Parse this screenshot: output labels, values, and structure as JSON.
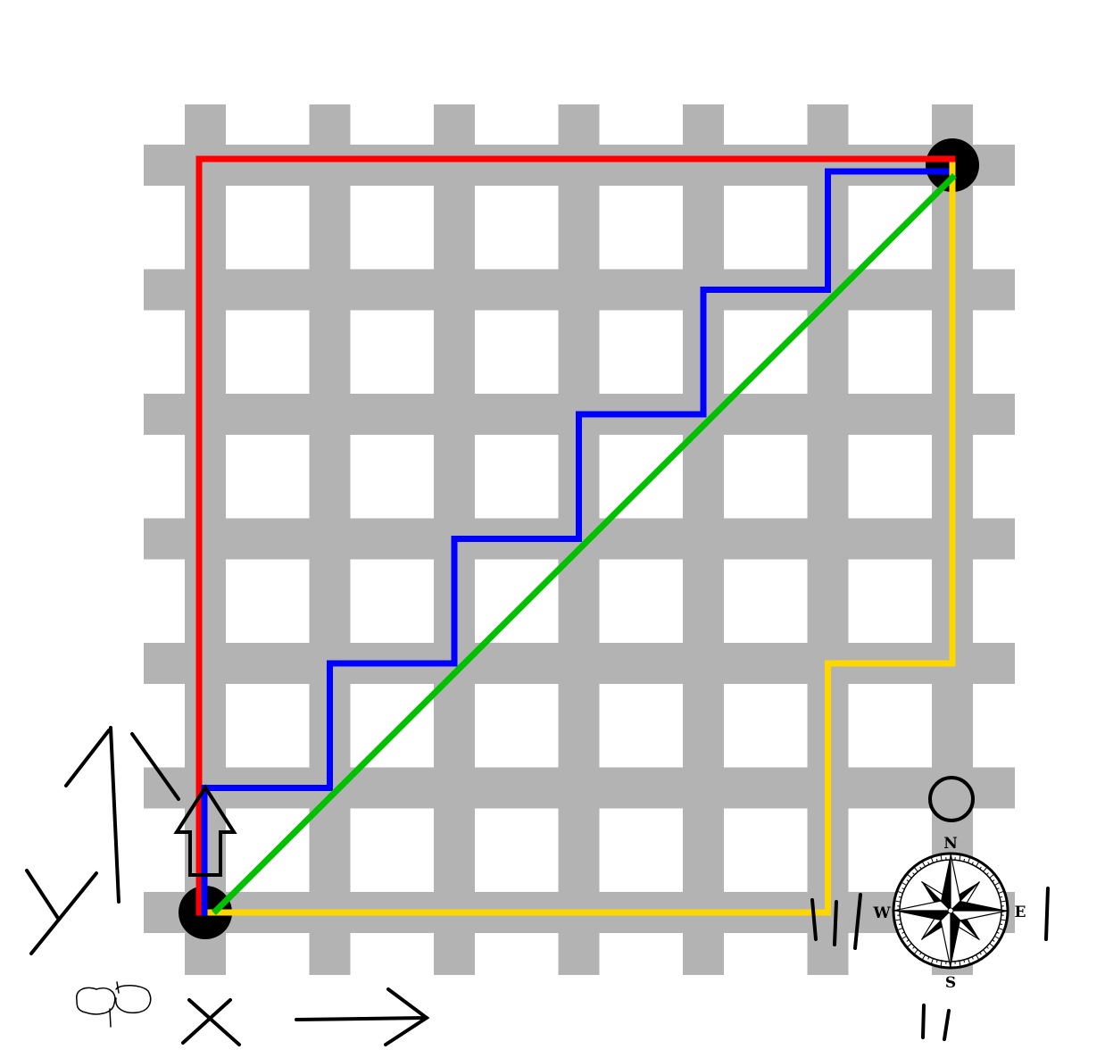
{
  "colors": {
    "grid": "#b3b3b3",
    "background": "#ffffff",
    "path_red": "#ff0000",
    "path_blue": "#0000ff",
    "path_green": "#00c000",
    "path_yellow": "#ffd700",
    "ink": "#000000"
  },
  "grid": {
    "columns": 7,
    "rows": 7
  },
  "paths": [
    {
      "id": "red",
      "color": "#ff0000",
      "points": [
        [
          0,
          0
        ],
        [
          0,
          6
        ],
        [
          6,
          6
        ]
      ]
    },
    {
      "id": "blue",
      "color": "#0000ff",
      "points": [
        [
          0,
          0
        ],
        [
          0,
          1
        ],
        [
          1,
          1
        ],
        [
          1,
          2
        ],
        [
          2,
          2
        ],
        [
          2,
          3
        ],
        [
          3,
          3
        ],
        [
          3,
          4
        ],
        [
          4,
          4
        ],
        [
          4,
          5
        ],
        [
          5,
          5
        ],
        [
          5,
          6
        ],
        [
          6,
          6
        ]
      ]
    },
    {
      "id": "green",
      "color": "#00c000",
      "points": [
        [
          0,
          0
        ],
        [
          6,
          6
        ]
      ]
    },
    {
      "id": "yellow",
      "color": "#ffd700",
      "points": [
        [
          0,
          0
        ],
        [
          5,
          0
        ],
        [
          5,
          2
        ],
        [
          6,
          2
        ],
        [
          6,
          6
        ]
      ]
    }
  ],
  "nodes": [
    {
      "id": "start",
      "at": [
        0,
        0
      ]
    },
    {
      "id": "end",
      "at": [
        6,
        6
      ]
    }
  ],
  "annotations": {
    "y_label": "y",
    "x_label": "x",
    "compass_letters": {
      "n": "N",
      "s": "S",
      "e": "E",
      "w": "W"
    },
    "tally_marks": {
      "yellow_corner": 3,
      "compass_east": 1,
      "compass_south": 2
    }
  },
  "icons": [
    "up-arrow-icon",
    "right-arrow-icon",
    "compass-rose-icon",
    "circle-outline-icon"
  ]
}
